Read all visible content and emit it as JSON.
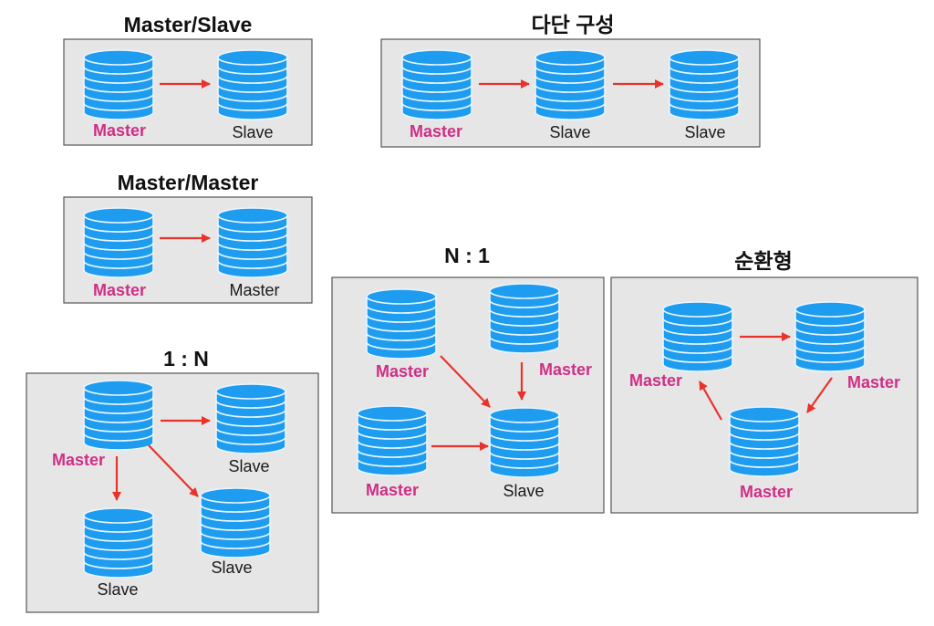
{
  "colors": {
    "db_fill": "#1e9cf0",
    "db_edge": "#e8f5ff",
    "arrow": "#e8332b",
    "master_label": "#cf2f86",
    "slave_label": "#1a1a1a"
  },
  "icons": {
    "database": "database-icon",
    "arrow": "arrow-icon"
  },
  "sections": {
    "master_slave": {
      "title": "Master/Slave",
      "labels": [
        "Master",
        "Slave"
      ]
    },
    "multi_tier": {
      "title": "다단 구성",
      "labels": [
        "Master",
        "Slave",
        "Slave"
      ]
    },
    "master_master": {
      "title": "Master/Master",
      "labels": [
        "Master",
        "Master"
      ]
    },
    "one_to_n": {
      "title": "1 : N",
      "labels": [
        "Master",
        "Slave",
        "Slave",
        "Slave"
      ]
    },
    "n_to_one": {
      "title": "N : 1",
      "labels": [
        "Master",
        "Master",
        "Master",
        "Slave"
      ]
    },
    "circular": {
      "title": "순환형",
      "labels": [
        "Master",
        "Master",
        "Master"
      ]
    }
  }
}
